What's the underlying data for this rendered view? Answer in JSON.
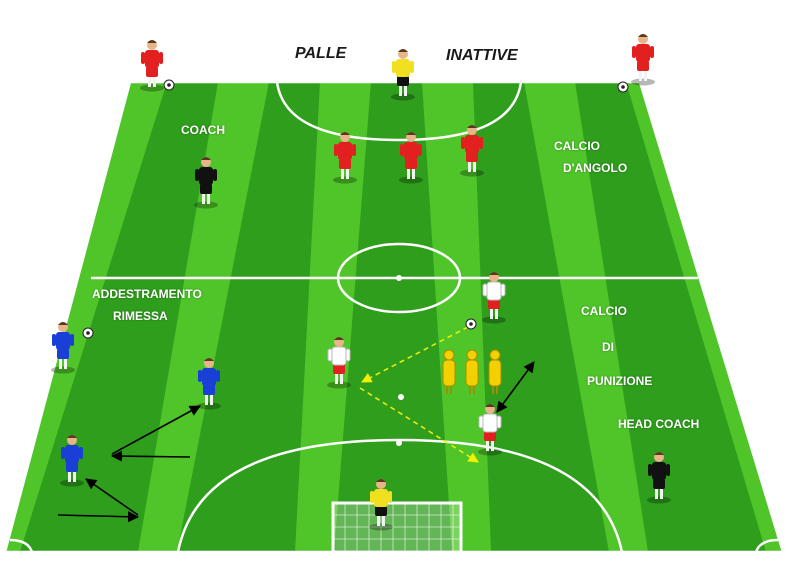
{
  "title_left": "PALLE",
  "title_right": "INATTIVE",
  "labels": {
    "coach": "COACH",
    "corner_line1": "CALCIO",
    "corner_line2": "D'ANGOLO",
    "throwin_line1": "ADDESTRAMENTO",
    "throwin_line2": "RIMESSA",
    "freekick_line1": "CALCIO",
    "freekick_line2": "DI",
    "freekick_line3": "PUNIZIONE",
    "head_coach": "HEAD COACH"
  },
  "colors": {
    "pitch_light": "#4fc52a",
    "pitch_dark": "#2f9e1c",
    "red_team": "#e32020",
    "blue_team": "#1a3fd6",
    "white_team": "#ffffff",
    "coach": "#111111",
    "goalkeeper": "#f0e020",
    "mannequin": "#f5d000",
    "pass_line": "#f3f000",
    "movement_arrow": "#000000"
  },
  "player_icons": [
    "red-player-icon",
    "blue-player-icon",
    "white-player-icon",
    "coach-icon",
    "goalkeeper-icon",
    "ball-icon",
    "mannequin-icon",
    "goal-icon"
  ]
}
